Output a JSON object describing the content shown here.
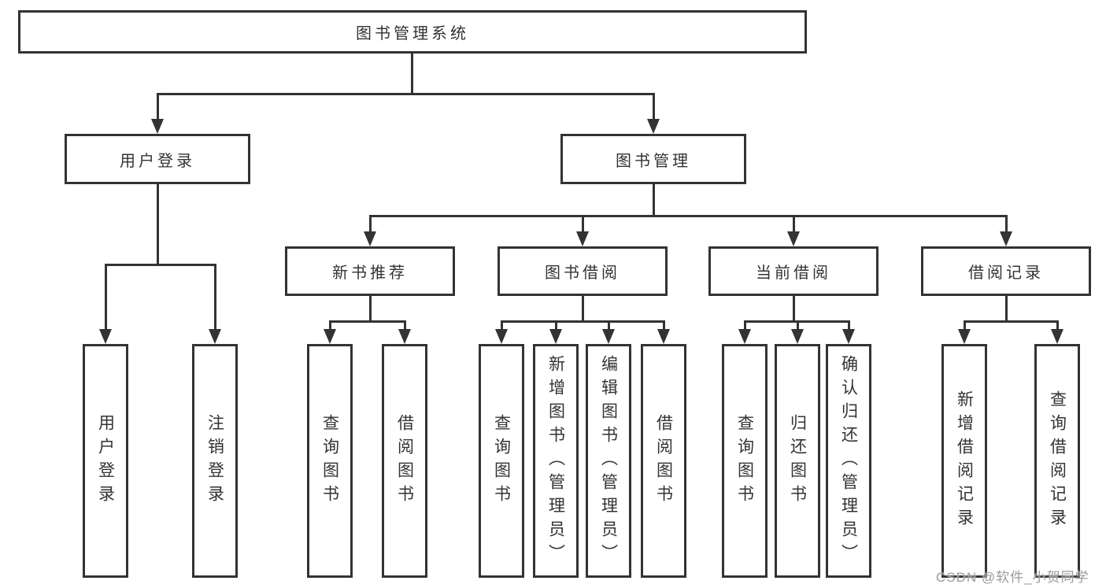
{
  "diagram_title": "图书管理系统",
  "colors": {
    "line": "#333333",
    "box_border": "#333333",
    "text": "#333333",
    "background": "#ffffff",
    "watermark": "#9b9b9b"
  },
  "nodes": {
    "root": {
      "label": "图书管理系统"
    },
    "level2": [
      {
        "label": "用户登录",
        "parent": "图书管理系统"
      },
      {
        "label": "图书管理",
        "parent": "图书管理系统"
      }
    ],
    "level3": [
      {
        "label": "新书推荐",
        "parent": "图书管理"
      },
      {
        "label": "图书借阅",
        "parent": "图书管理"
      },
      {
        "label": "当前借阅",
        "parent": "图书管理"
      },
      {
        "label": "借阅记录",
        "parent": "图书管理"
      }
    ],
    "leaves": [
      {
        "label": "用户登录",
        "parent": "用户登录"
      },
      {
        "label": "注销登录",
        "parent": "用户登录"
      },
      {
        "label": "查询图书",
        "parent": "新书推荐"
      },
      {
        "label": "借阅图书",
        "parent": "新书推荐"
      },
      {
        "label": "查询图书",
        "parent": "图书借阅"
      },
      {
        "label": "新增图书（管理员）",
        "parent": "图书借阅"
      },
      {
        "label": "编辑图书（管理员）",
        "parent": "图书借阅"
      },
      {
        "label": "借阅图书",
        "parent": "图书借阅"
      },
      {
        "label": "查询图书",
        "parent": "当前借阅"
      },
      {
        "label": "归还图书",
        "parent": "当前借阅"
      },
      {
        "label": "确认归还（管理员）",
        "parent": "当前借阅"
      },
      {
        "label": "新增借阅记录",
        "parent": "借阅记录"
      },
      {
        "label": "查询借阅记录",
        "parent": "借阅记录"
      }
    ]
  },
  "watermark": {
    "text": "CSDN @软件_小贺同学"
  }
}
